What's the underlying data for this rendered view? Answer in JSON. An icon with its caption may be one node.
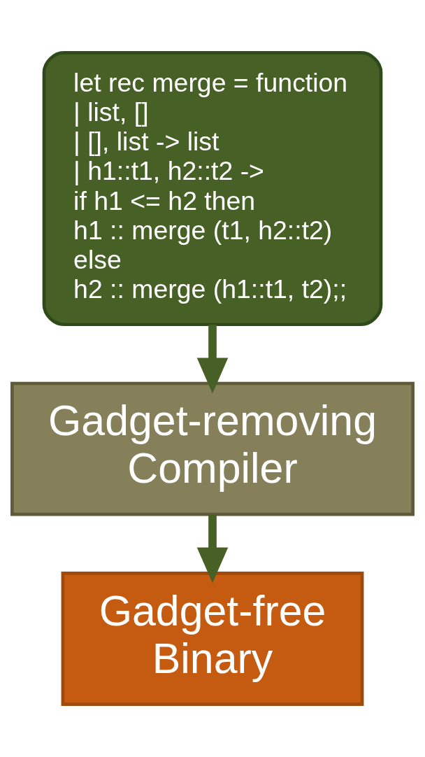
{
  "diagram": {
    "nodes": [
      {
        "text": [
          "let rec merge = function",
          "| list, []",
          "| [], list -> list",
          "| h1::t1, h2::t2 ->",
          "if h1 <= h2 then",
          "h1 :: merge (t1, h2::t2)",
          "else",
          "h2 :: merge (h1::t1, t2);;"
        ]
      },
      {
        "text": [
          "Gadget-removing Compiler"
        ]
      },
      {
        "text": [
          "Gadget-free Binary"
        ]
      }
    ],
    "edges": [
      {
        "from": 0,
        "to": 1,
        "arrow": "to"
      },
      {
        "from": 1,
        "to": 2,
        "arrow": "to"
      }
    ]
  }
}
